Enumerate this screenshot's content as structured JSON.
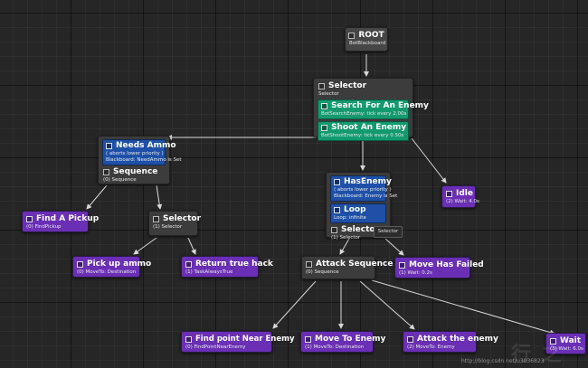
{
  "graph": {
    "root": {
      "title": "ROOT",
      "sub": "BotBlackboard"
    },
    "selector_main": {
      "title": "Selector",
      "sub": "Selector",
      "services": [
        {
          "title": "Search For An Enemy",
          "sub": "BotSearchEnemy: tick every 2.00s"
        },
        {
          "title": "Shoot An Enemy",
          "sub": "BotShootEnemy: tick every 0.50s"
        }
      ]
    },
    "needs_ammo": {
      "dec_title": "Needs Ammo",
      "dec_sub1": "( aborts lower priority )",
      "dec_sub2": "Blackboard: NeedAmmo is Set",
      "title": "Sequence",
      "sub": "(0) Sequence"
    },
    "find_pickup": {
      "title": "Find A Pickup",
      "sub": "(0) FindPickup"
    },
    "selector_ammo": {
      "title": "Selector",
      "sub": "(1) Selector"
    },
    "pick_up_ammo": {
      "title": "Pick up ammo",
      "sub": "(0) MoveTo: Destination"
    },
    "return_true": {
      "title": "Return true hack",
      "sub": "(1) TaskAlwaysTrue"
    },
    "has_enemy": {
      "dec_title": "HasEnemy",
      "dec_sub1": "( aborts lower priority )",
      "dec_sub2": "Blackboard: Enemy is Set",
      "loop_title": "Loop",
      "loop_sub": "Loop: infinite",
      "title": "Selector",
      "sub": "(1) Selector"
    },
    "idle": {
      "title": "Idle",
      "sub": "(2) Wait: 4.0s"
    },
    "attack_sequence": {
      "title": "Attack Sequence",
      "sub": "(0) Sequence"
    },
    "move_failed": {
      "title": "Move Has Failed",
      "sub": "(1) Wait: 0.2s"
    },
    "find_point": {
      "title": "Find point Near Enemy",
      "sub": "(0) FindPointNearEnemy"
    },
    "move_to_enemy": {
      "title": "Move To Enemy",
      "sub": "(1) MoveTo: Destination"
    },
    "attack_enemy": {
      "title": "Attack the enemy",
      "sub": "(2) MoveTo: Enemy"
    },
    "wait": {
      "title": "Wait",
      "sub": "(3) Wait: 6.0s"
    }
  },
  "tooltip": "Selector",
  "watermark": {
    "logo": "行 之",
    "url": "http://blog.csdn.net/u3036823"
  },
  "colors": {
    "task": "#6a2fb5",
    "decorator": "#1e50a8",
    "service": "#119a6e",
    "composite": "#3c3c3c",
    "link": "#d8d8d8"
  }
}
